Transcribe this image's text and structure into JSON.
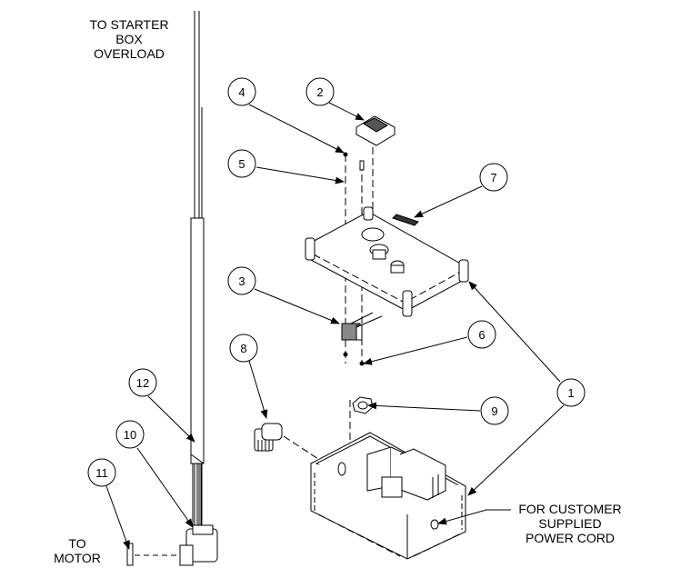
{
  "diagram": {
    "notes": {
      "starter": [
        "TO STARTER",
        "BOX",
        "OVERLOAD"
      ],
      "motor": [
        "TO",
        "MOTOR"
      ],
      "power_cord": [
        "FOR CUSTOMER",
        "SUPPLIED",
        "POWER CORD"
      ]
    },
    "balloons": [
      {
        "id": "b4",
        "label": "4"
      },
      {
        "id": "b2",
        "label": "2"
      },
      {
        "id": "b5",
        "label": "5"
      },
      {
        "id": "b7",
        "label": "7"
      },
      {
        "id": "b3",
        "label": "3"
      },
      {
        "id": "b6",
        "label": "6"
      },
      {
        "id": "b8",
        "label": "8"
      },
      {
        "id": "b9",
        "label": "9"
      },
      {
        "id": "b1",
        "label": "1"
      },
      {
        "id": "b12",
        "label": "12"
      },
      {
        "id": "b10",
        "label": "10"
      },
      {
        "id": "b11",
        "label": "11"
      }
    ]
  }
}
